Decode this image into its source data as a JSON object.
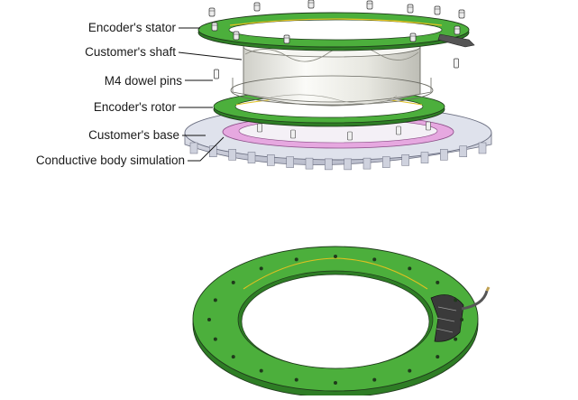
{
  "labels": {
    "stator": "Encoder's stator",
    "shaft": "Customer's shaft",
    "pins": "M4 dowel pins",
    "rotor": "Encoder's rotor",
    "base": "Customer's base",
    "conductive": "Conductive body simulation"
  },
  "colors": {
    "pcb_green": "#4caf3c",
    "pcb_dark": "#2e7d25",
    "gold_trace": "#e0c020",
    "base_gray": "#d8dbe6",
    "conductive_pink": "#e6a8e0",
    "shaft_white": "#f2f2ee"
  }
}
